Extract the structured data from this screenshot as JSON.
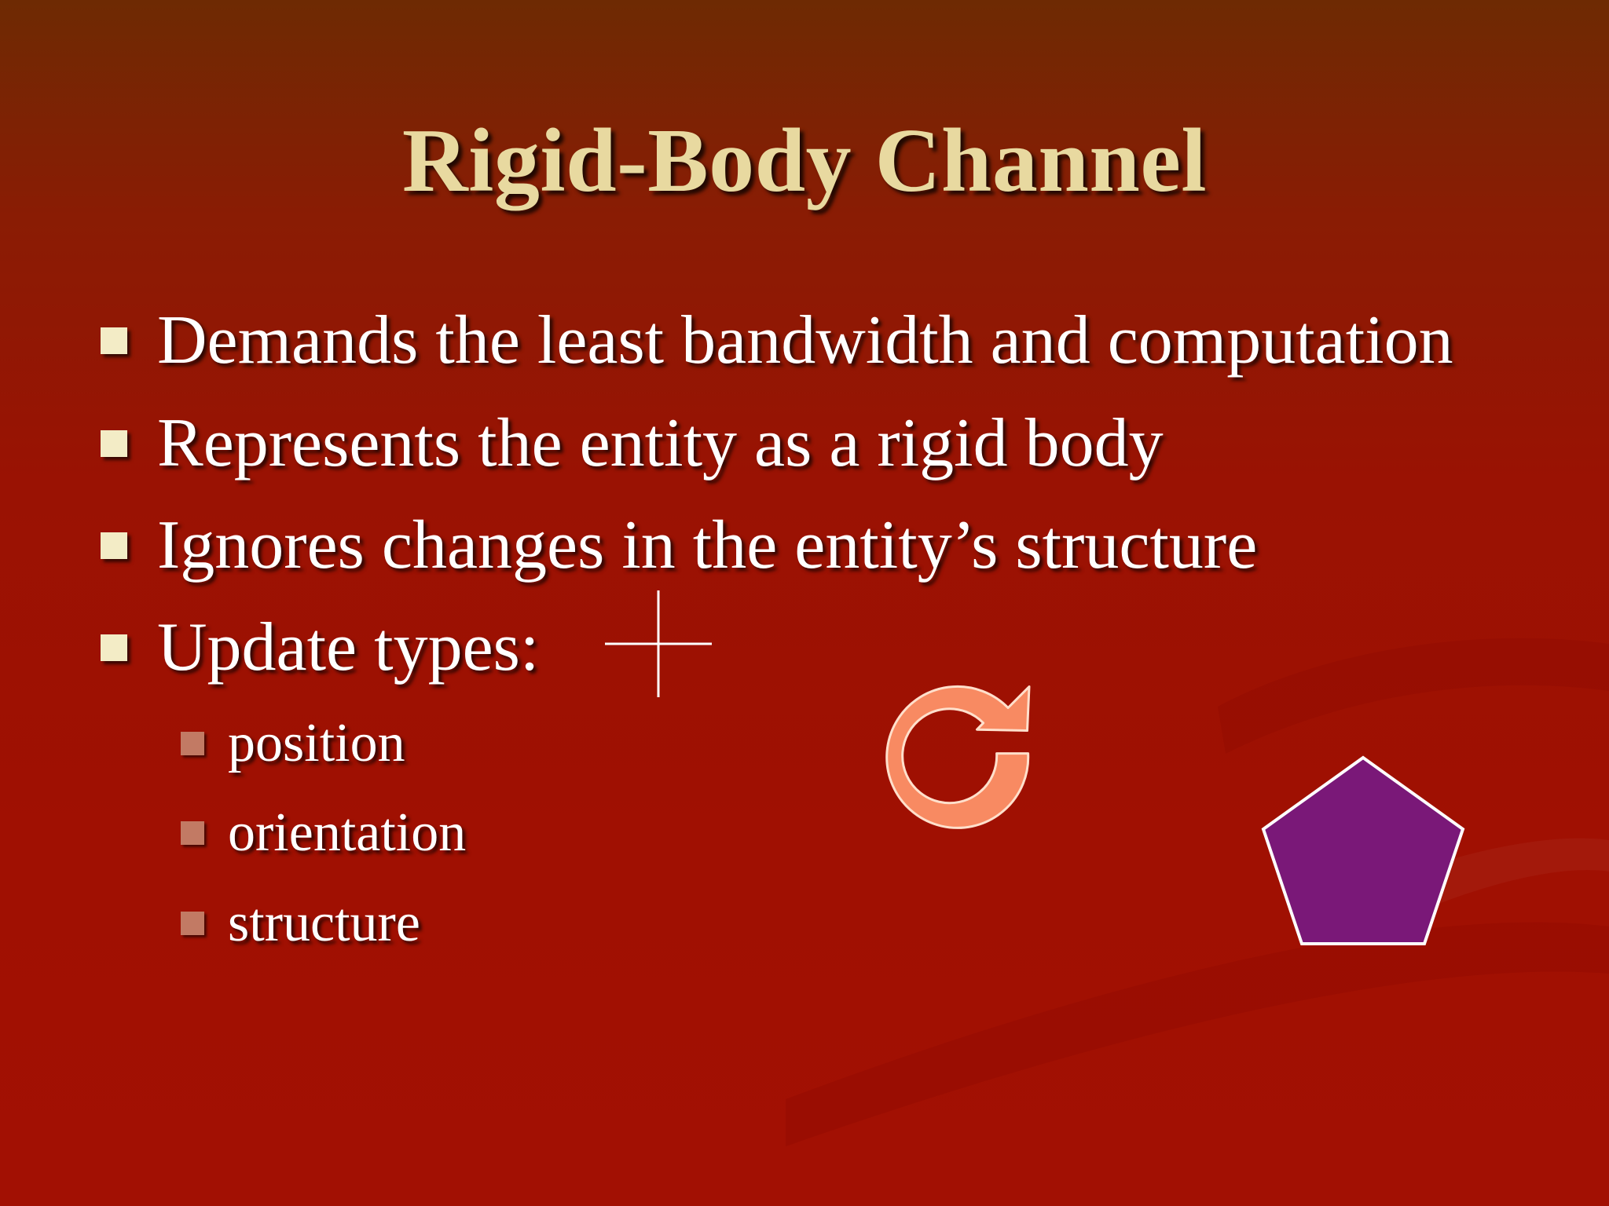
{
  "slide": {
    "title": "Rigid-Body Channel",
    "bullets": [
      "Demands the least bandwidth and computation",
      "Represents the entity as a rigid body",
      "Ignores changes in the entity’s structure",
      "Update types:"
    ],
    "sub_bullets": [
      "position",
      "orientation",
      "structure"
    ],
    "icons": {
      "position": "crosshair-icon",
      "orientation": "rotate-arrow-icon",
      "structure": "pentagon-icon"
    }
  },
  "colors": {
    "background_top": "#6e2a03",
    "background_bottom": "#a21003",
    "title": "#e8d9a0",
    "bullet_marker": "#f3ecc6",
    "sub_bullet_marker": "#c27a64",
    "rotate_arrow": "#f88a62",
    "pentagon_fill": "#7a1878"
  }
}
